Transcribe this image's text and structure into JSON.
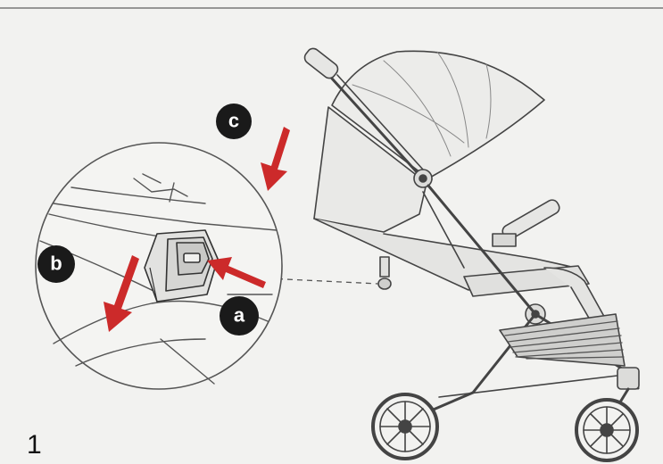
{
  "step_number": "1",
  "labels": {
    "a": "a",
    "b": "b",
    "c": "c"
  },
  "colors": {
    "arrow": "#cc2a2a",
    "badge": "#1a1a1a",
    "line": "#444444",
    "background": "#f2f2f0"
  }
}
